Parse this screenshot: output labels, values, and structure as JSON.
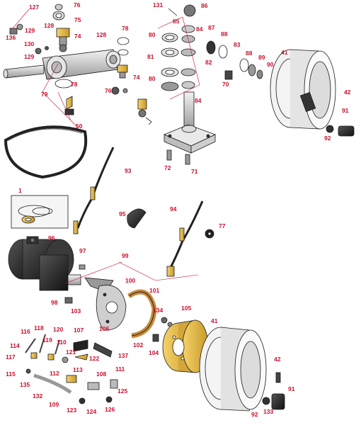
{
  "callouts": [
    "127",
    "76",
    "75",
    "129",
    "136",
    "128",
    "74",
    "128",
    "78",
    "130",
    "129",
    "78",
    "76",
    "74",
    "79",
    "50",
    "131",
    "86",
    "85",
    "84",
    "87",
    "88",
    "80",
    "83",
    "88",
    "89",
    "90",
    "41",
    "81",
    "82",
    "70",
    "80",
    "84",
    "42",
    "91",
    "92",
    "72",
    "71",
    "93",
    "1",
    "95",
    "94",
    "77",
    "96",
    "97",
    "99",
    "98",
    "103",
    "100",
    "101",
    "134",
    "105",
    "106",
    "102",
    "104",
    "41",
    "116",
    "118",
    "120",
    "114",
    "119",
    "110",
    "107",
    "117",
    "121",
    "112",
    "122",
    "137",
    "113",
    "115",
    "111",
    "135",
    "108",
    "132",
    "109",
    "123",
    "124",
    "125",
    "126",
    "42",
    "91",
    "92",
    "133"
  ],
  "colors": {
    "callout": "#c8102e",
    "gold": "#e8c04a",
    "bronze": "#c98a3c",
    "steel": "#c9c9c9",
    "black": "#1a1a1a"
  },
  "icons": [
    "hydraulic-motor-icon",
    "wheel-rim-icon",
    "tire-icon",
    "brake-cable-icon",
    "brake-shoe-icon",
    "brake-drum-icon",
    "spindle-icon",
    "bearing-icon",
    "steering-arm-icon"
  ]
}
